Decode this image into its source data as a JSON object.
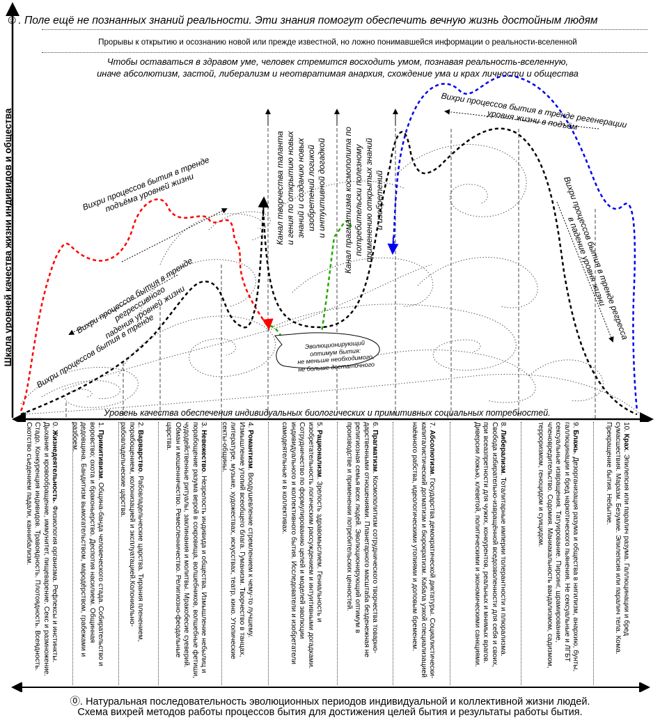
{
  "top_line": {
    "smiley": "☺",
    "text": ". Поле ещё не познанных знаний реальности. Эти знания помогут обеспечить вечную жизнь достойным людям"
  },
  "subtitle": "Прорывы к открытию и осознанию новой или прежде известной, но ложно понимавшейся информации о реальности-вселенной",
  "quote_line1": "Чтобы оставаться в здравом уме, человек стремится восходить умом, познавая реальность-вселенную,",
  "quote_line2": "иначе абсолютизм, застой, либерализм и неотвратимая анархия, схождение ума и крах личности и общества",
  "y_axis_label": "Шкала уровней качества жизни индивидов и общества",
  "baseline_label": "Уровень качества обеспечения индивидуальных биологических и примитивных социальных потребностей.",
  "labels": {
    "red_up": [
      "Вихри процессов бытия в тренде",
      "подъёма уровней жизни"
    ],
    "red_down": [
      "Вихри процессов бытия в тренде регрессивного",
      "падения уровней жизни"
    ],
    "black_down": "Вихри  процессов бытия в тренде",
    "channel_talent": [
      "Канал творчества таланта",
      "и гения по открытию новых",
      "знаний и созданию новых",
      "изобретений логикой",
      "и интуитивной догадкой"
    ],
    "channel_pragmatism": [
      "Канал прагматизма космополита по",
      "потребительски полезному",
      "применению открытых знаний",
      "и изобретений"
    ],
    "blue_up": [
      "Вихри процессов бытия в тренде регенерации",
      "уровня жизни  в подъём"
    ],
    "blue_down": [
      "Вихри процессов бытия в тренде регресса",
      "в падение уровня жизни"
    ],
    "optimum": [
      "Эволюционирующий",
      "оптимум бытия:",
      "не меньше необходимого,",
      "не больше достаточного"
    ]
  },
  "periods": [
    {
      "num": "0.",
      "title": "Жизнедеятельность",
      "text": ". Физиология организма. Рефлексы и инстинкты. Дыхание и кровообращение, иммунитет, пищеварение. Секс и размножение. Стадо. Конкуренция индивидов. Травоядность. Плотоядность. Всеядность. Скотство съедением падали, каннибализм."
    },
    {
      "num": "1.",
      "title": "Примитивизм",
      "text": ". Община-банда человеческого стада. Собирательство и воровство; охота и браконьерство. Деспотия насилием. Общинная дедовщина. Бандитизм вымогательством, мародёрством, грабежами и разбоем."
    },
    {
      "num": "2.",
      "title": "Варварство",
      "text": ". Рабовладельческие царства. Тирания пленением, порабощением, колонизацией и эксплуатацией.Колониально-рабовладельческие царства."
    },
    {
      "num": "3.",
      "title": "Невежество",
      "text": ". Незрелость индивида и общества. Измышление небылиц и порабощение разума верой  в сокровища, волшебников, волшебные фетиши, чудодейственные ритуалы, заклинания и молитвы. Мракобесие суеверий. Обман и мошенничество. Ремесленничество. Религиозно-феодальные царства."
    },
    {
      "num": "4.",
      "title": "Романтизм",
      "text": ". Воодушевление стремлением к чему-то лучшему. Измышление утопий всеобщего блага. Гуманизм. Творчество в танцах, литературе, музыке, художествах, искусствах, театр, кино. Утопические секты-общины."
    },
    {
      "num": "5.",
      "title": "Рационализм",
      "text": ". Зрелость здравомыслием. Гениальность и изобретательность логическим рассуждением и интуитивными догадками. Сотрудничество по формулированию целей и моделей эволюции индивидуального и коллективного бытия. Исследователи и изобретатели самодеятельные и в коллективах."
    },
    {
      "num": "6.",
      "title": "Прагматизм",
      "text": ". Космополитизм сотрудничеcкого творчества товарно-дарственными отношениями. Планетарного масштаба безденежная не религиозная семья всех людей. Эволюционирующий оптимум в производстве и применении потребительских ценностей."
    },
    {
      "num": "7.",
      "title": "Абсолютизм",
      "text": ". Государства демократической диктатуры. Социалистически-капиталистический догматизм и бюрократизм. Кабала узкой специализацией наёмного рабства, идеологическими утопиями и доловым бременем."
    },
    {
      "num": "8.",
      "title": "Либерализм",
      "text": ". Тоталитарные империи толерантности и плюрализма. Свобода избирательно-извращённой вседозволенности для себя и своих, при всеазпретности для чужих, конкурентов, реальных и мнимых врагов. Диверсии ложью, клеветой, политическими и экономическими санкциями."
    },
    {
      "num": "9.",
      "title": "Блажь",
      "text": ". Дезорганизация разума и общества в нигилизм, анархию, бунты, галлюцинации и бред наркотического пьянения. Не сексуальные и ЛГБТ сексуальные извращения. Татуирование. Пирсинг, шрамирование, членовредительство. Содомия. Маниакальность вандализмом, садизмом, терроризмом, геноцидом и суицидом."
    },
    {
      "num": "10.",
      "title": "Крах",
      "text": ". Эпилепсия или паралич разума. Галлюцинации и бред сумасшествия. Маразм. Безумие. Эпилепсия или паралич тела. Кома. Прекращение бытия. Небытие."
    }
  ],
  "footer_line1": "⓪. Натуральная последовательность эволюционных периодов индивидуальной и коллективной жизни людей.",
  "footer_line2": "Схема вихрей методов работы процессов бытия для достижения целей бытия и результаты работы бытия.",
  "colors": {
    "red": "#ff0000",
    "black": "#000000",
    "green": "#22aa00",
    "blue": "#0000ee",
    "dotted_gray": "#555555"
  }
}
